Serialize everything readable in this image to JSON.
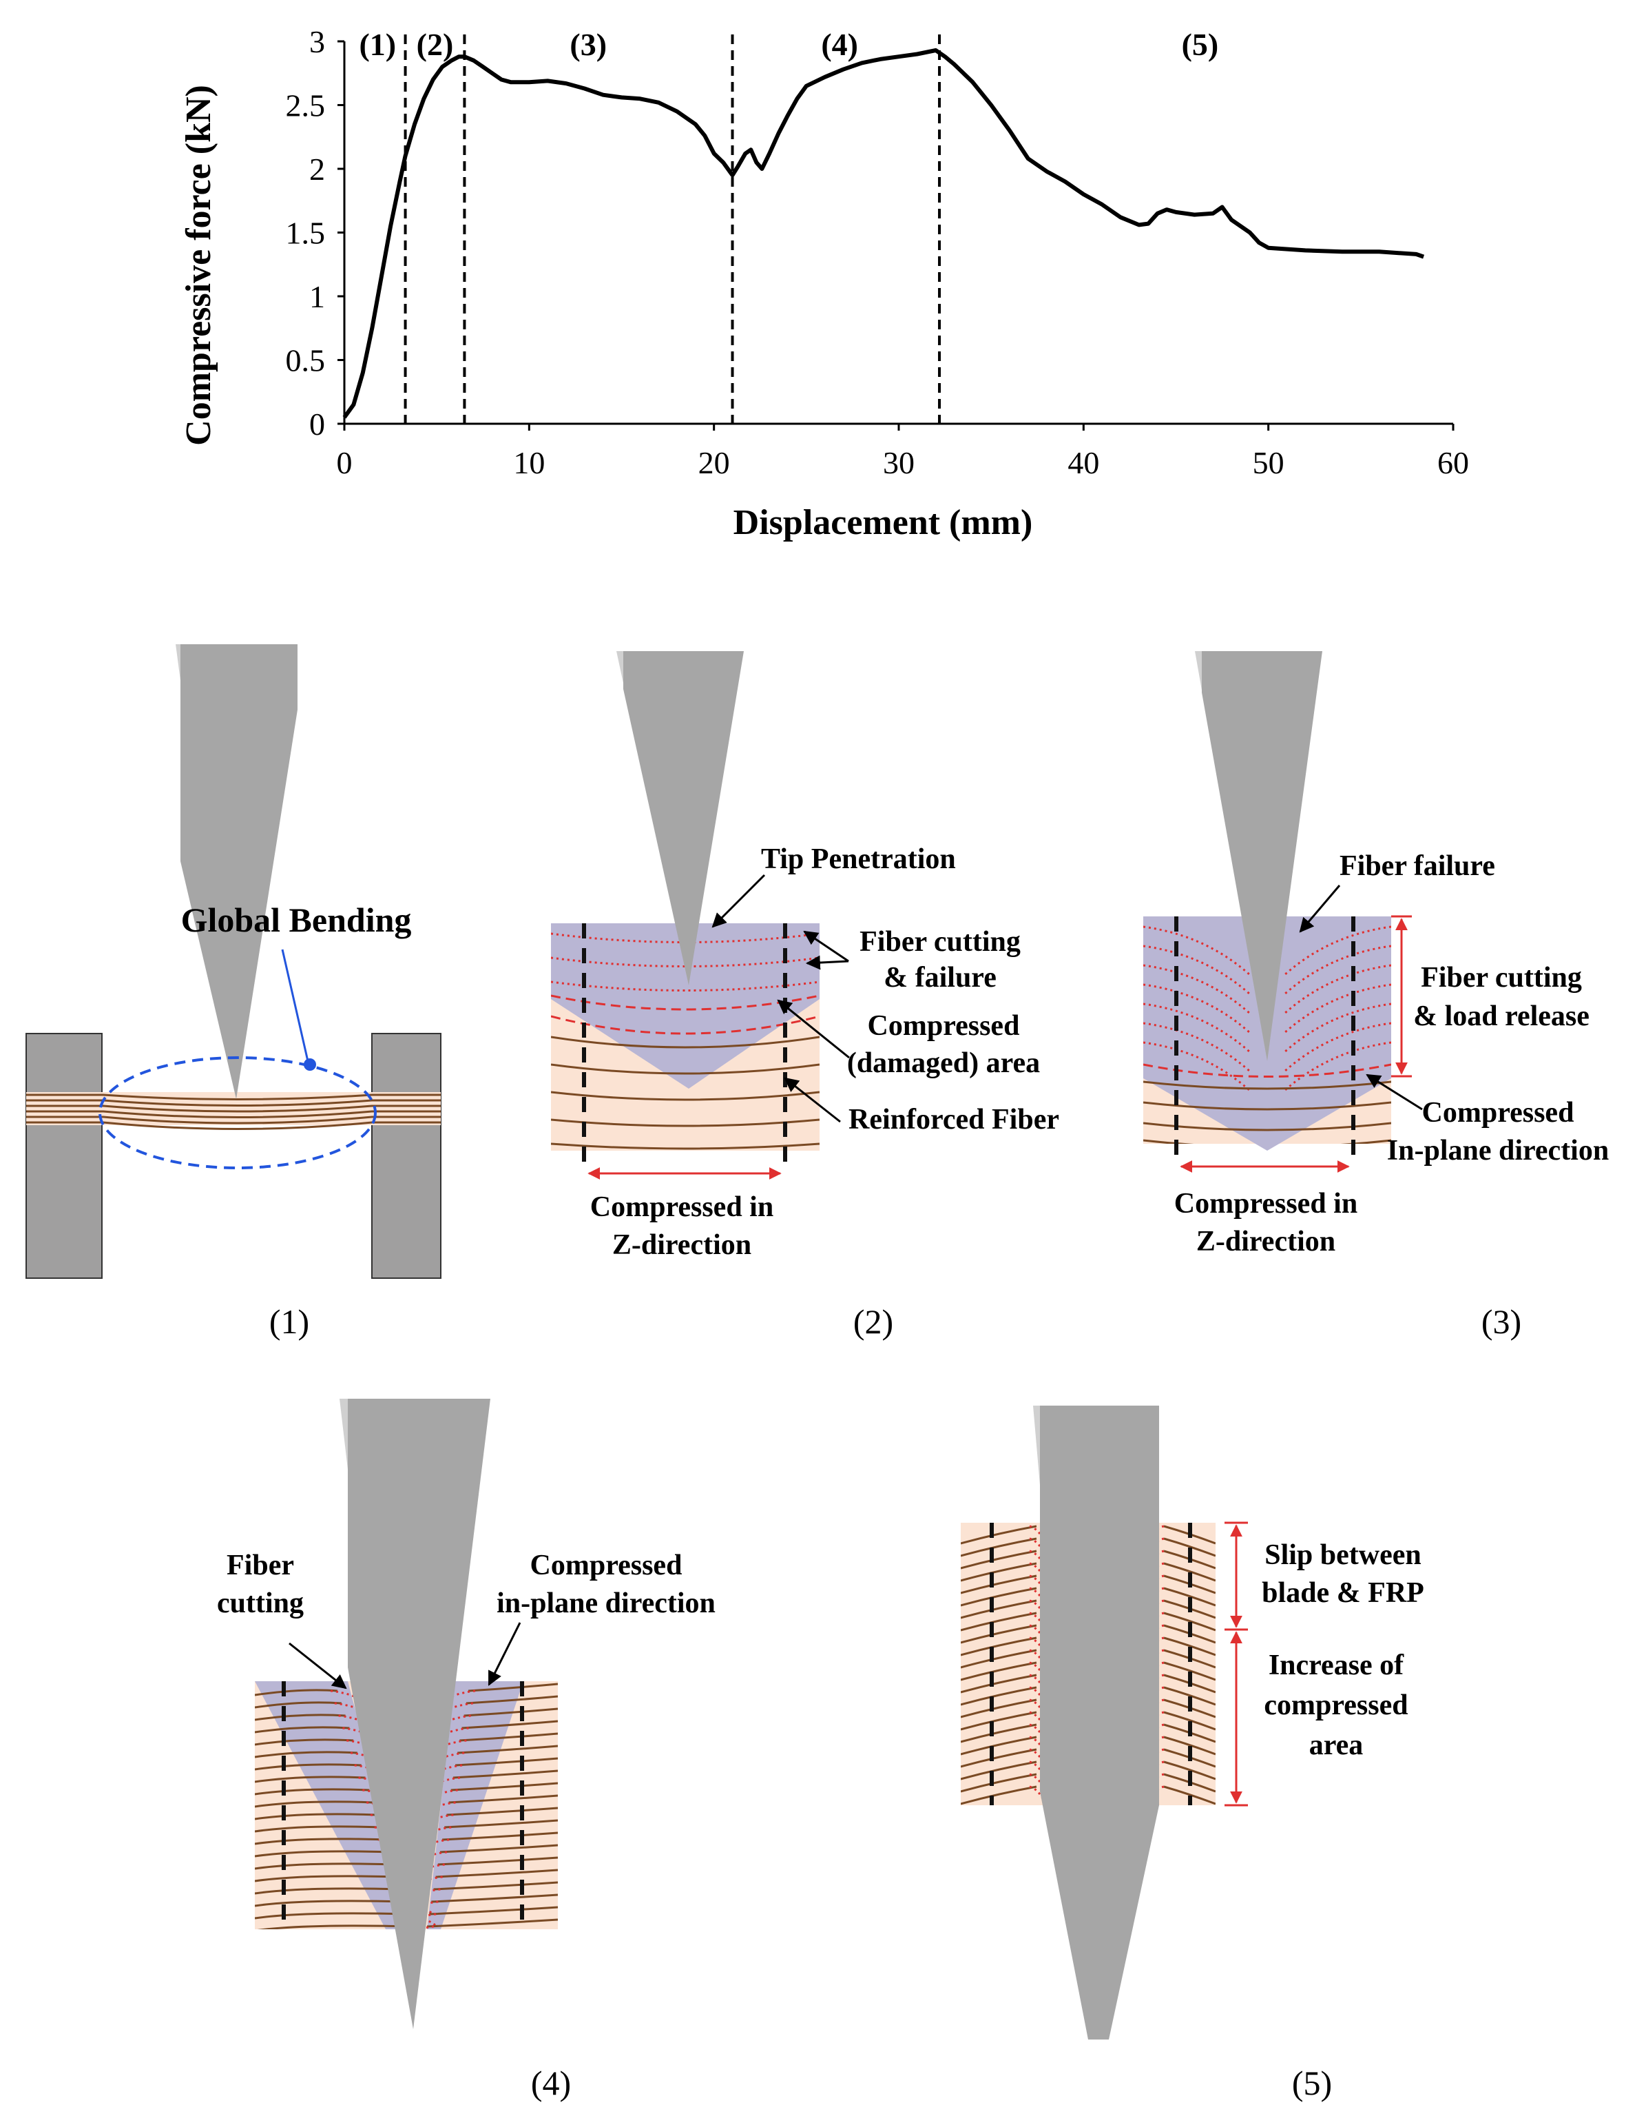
{
  "chart_data": {
    "type": "line",
    "title": "",
    "xlabel": "Displacement (mm)",
    "ylabel": "Compressive force (kN)",
    "xlim": [
      0,
      60
    ],
    "ylim": [
      0,
      3
    ],
    "xticks": [
      0,
      10,
      20,
      30,
      40,
      50,
      60
    ],
    "yticks": [
      0,
      0.5,
      1,
      1.5,
      2,
      2.5,
      3
    ],
    "ytick_labels": [
      "0",
      "0.5",
      "1",
      "1.5",
      "2",
      "2.5",
      "3"
    ],
    "grid": false,
    "stage_dividers": [
      3.3,
      6.5,
      21.0,
      32.2
    ],
    "stage_labels": [
      {
        "label": "(1)",
        "x": 1.8
      },
      {
        "label": "(2)",
        "x": 4.9
      },
      {
        "label": "(3)",
        "x": 13.2
      },
      {
        "label": "(4)",
        "x": 26.8
      },
      {
        "label": "(5)",
        "x": 46.3
      }
    ],
    "series": [
      {
        "x": [
          0,
          0.5,
          1,
          1.5,
          2,
          2.5,
          3,
          3.3,
          3.8,
          4.3,
          4.8,
          5.3,
          5.8,
          6.2,
          6.5,
          7,
          7.5,
          8,
          8.5,
          9,
          10,
          11,
          12,
          13,
          14,
          15,
          16,
          17,
          18,
          19,
          19.5,
          20,
          20.5,
          21,
          21.3,
          21.7,
          22,
          22.3,
          22.6,
          23,
          23.5,
          24,
          24.5,
          25,
          26,
          27,
          28,
          29,
          30,
          31,
          32,
          32.5,
          33,
          34,
          35,
          36,
          37,
          38,
          39,
          40,
          41,
          42,
          43,
          43.5,
          44,
          44.5,
          45,
          46,
          47,
          47.5,
          48,
          49,
          49.5,
          50,
          52,
          54,
          56,
          58,
          58.4
        ],
        "y": [
          0.05,
          0.15,
          0.4,
          0.75,
          1.15,
          1.55,
          1.9,
          2.1,
          2.35,
          2.55,
          2.7,
          2.8,
          2.85,
          2.88,
          2.88,
          2.85,
          2.8,
          2.75,
          2.7,
          2.68,
          2.68,
          2.69,
          2.67,
          2.63,
          2.58,
          2.56,
          2.55,
          2.52,
          2.45,
          2.35,
          2.26,
          2.12,
          2.05,
          1.95,
          2.02,
          2.12,
          2.15,
          2.05,
          2.0,
          2.12,
          2.28,
          2.42,
          2.55,
          2.65,
          2.72,
          2.78,
          2.83,
          2.86,
          2.88,
          2.9,
          2.93,
          2.88,
          2.82,
          2.68,
          2.5,
          2.3,
          2.08,
          1.98,
          1.9,
          1.8,
          1.72,
          1.62,
          1.56,
          1.57,
          1.65,
          1.68,
          1.66,
          1.64,
          1.65,
          1.7,
          1.6,
          1.5,
          1.42,
          1.38,
          1.36,
          1.35,
          1.35,
          1.33,
          1.31
        ]
      }
    ]
  },
  "panels": {
    "p1": {
      "caption": "(1)",
      "label_global_bending": "Global Bending"
    },
    "p2": {
      "caption": "(2)",
      "tip_penetration": "Tip Penetration",
      "fiber_cutting_l1": "Fiber cutting",
      "fiber_cutting_l2": "& failure",
      "compressed_l1": "Compressed",
      "compressed_l2": "(damaged) area",
      "reinforced_fiber": "Reinforced Fiber",
      "z_dir_l1": "Compressed in",
      "z_dir_l2": "Z-direction"
    },
    "p3": {
      "caption": "(3)",
      "fiber_failure": "Fiber failure",
      "cutting_l1": "Fiber cutting",
      "cutting_l2": "& load release",
      "inplane_l1": "Compressed",
      "inplane_l2": "In-plane direction",
      "z_dir_l1": "Compressed in",
      "z_dir_l2": "Z-direction"
    },
    "p4": {
      "caption": "(4)",
      "fiber_l1": "Fiber",
      "fiber_l2": "cutting",
      "inplane_l1": "Compressed",
      "inplane_l2": "in-plane direction"
    },
    "p5": {
      "caption": "(5)",
      "slip_l1": "Slip between",
      "slip_l2": "blade & FRP",
      "increase_l1": "Increase of",
      "increase_l2": "compressed",
      "increase_l3": "area"
    }
  },
  "colors": {
    "blade": "#a6a6a6",
    "blade_light": "#d0d0d0",
    "laminate": "#fbe3d3",
    "fiber": "#7a4a24",
    "damage": "#b9b6d4",
    "cut": "#e03030",
    "bending": "#2255dd",
    "support": "#a09f9f"
  }
}
